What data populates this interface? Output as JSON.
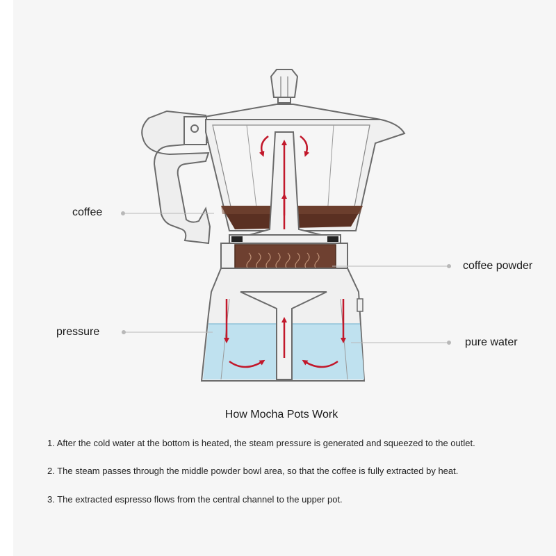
{
  "labels": {
    "coffee": "coffee",
    "coffee_powder": "coffee powder",
    "pressure": "pressure",
    "pure_water": "pure water"
  },
  "title": "How Mocha Pots Work",
  "steps": [
    "1. After the cold water at the bottom is heated, the steam pressure is generated and squeezed to the outlet.",
    "2. The steam passes through the middle powder bowl area, so that the coffee is fully extracted by heat.",
    "3. The extracted espresso flows from the central channel to the upper pot."
  ],
  "colors": {
    "background": "#f6f6f6",
    "outline": "#6b6b6b",
    "coffee": "#5a3022",
    "powder": "#6e4030",
    "water": "#bfe1ef",
    "arrow": "#c2182b"
  }
}
